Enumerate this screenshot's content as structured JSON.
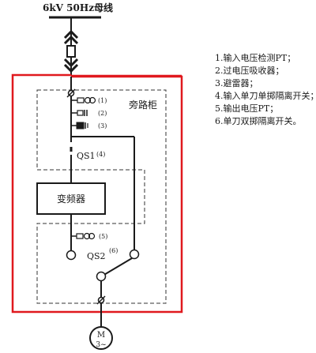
{
  "diagram": {
    "bus_label": "6kV  50Hz母线",
    "bypass_cabinet_label": "旁路柜",
    "inverter_label": "变频器",
    "qs1_label": "QS1",
    "qs1_ref": "(4)",
    "qs2_label": "QS2",
    "qs2_ref": "(6)",
    "ref_1": "(1)",
    "ref_2": "(2)",
    "ref_3": "(3)",
    "ref_5": "(5)",
    "motor_label": "M",
    "motor_phase": "3~",
    "colors": {
      "line": "#1a1a1a",
      "bypass_loop": "#e0191e",
      "dashed": "#333333"
    }
  },
  "legend": {
    "items": [
      "1.输入电压检测PT；",
      "2.过电压吸收器；",
      "3.避雷器；",
      "4.输入单刀单掷隔离开关；",
      "5.输出电压PT；",
      "6.单刀双掷隔离开关。"
    ]
  }
}
